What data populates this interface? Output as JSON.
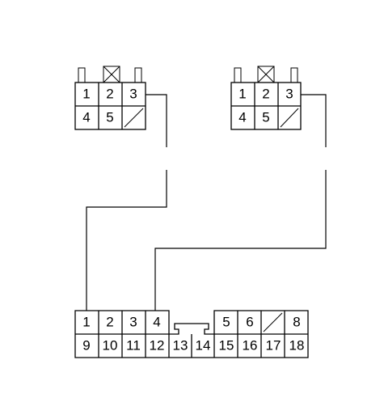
{
  "connectors": {
    "left": {
      "pins": [
        "1",
        "2",
        "3",
        "4",
        "5"
      ]
    },
    "right": {
      "pins": [
        "1",
        "2",
        "3",
        "4",
        "5"
      ]
    },
    "bottom": {
      "top_row": [
        "1",
        "2",
        "3",
        "4",
        "5",
        "6",
        "8"
      ],
      "bottom_row": [
        "9",
        "10",
        "11",
        "12",
        "13",
        "14",
        "15",
        "16",
        "17",
        "18"
      ]
    }
  }
}
